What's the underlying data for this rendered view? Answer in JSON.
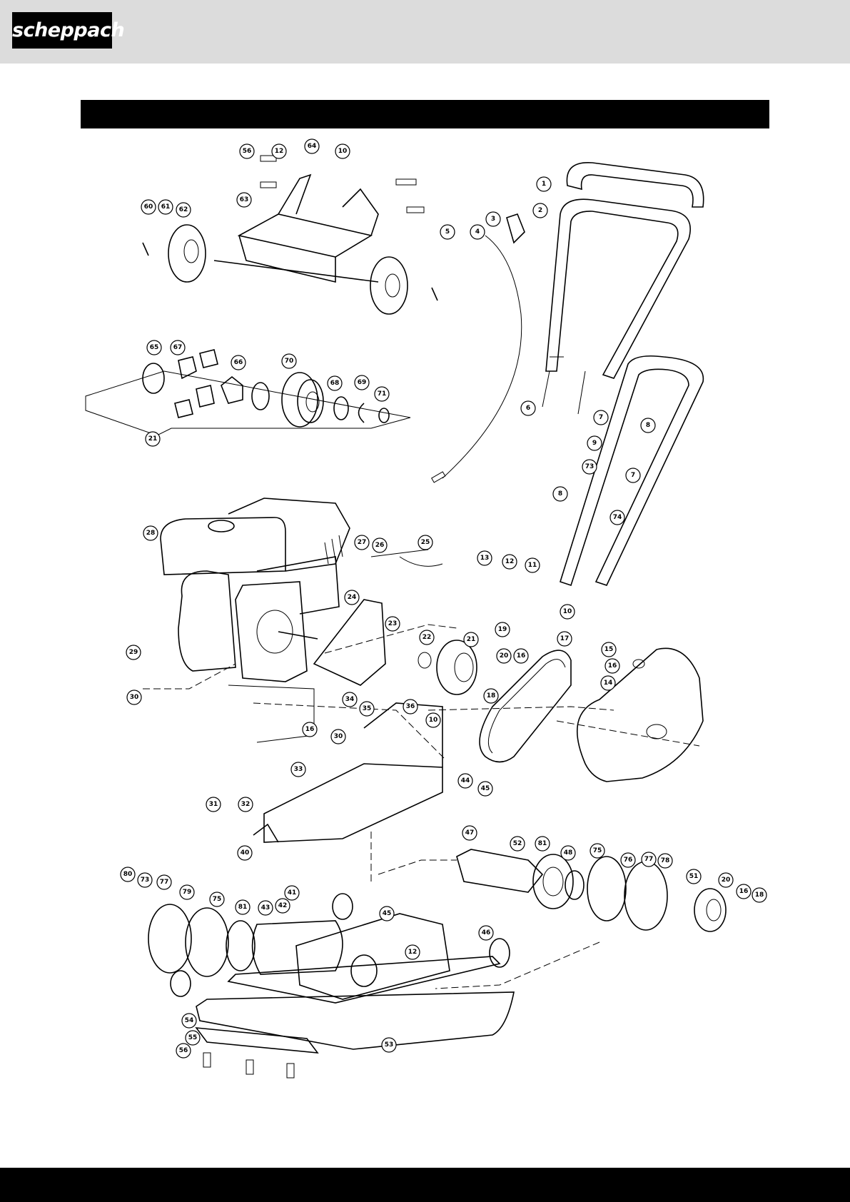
{
  "header": {
    "brand": "scheppach"
  },
  "diagram": {
    "callouts": [
      {
        "label": "56"
      },
      {
        "label": "12"
      },
      {
        "label": "64"
      },
      {
        "label": "10"
      },
      {
        "label": "63"
      },
      {
        "label": "60"
      },
      {
        "label": "61"
      },
      {
        "label": "62"
      },
      {
        "label": "1"
      },
      {
        "label": "2"
      },
      {
        "label": "3"
      },
      {
        "label": "4"
      },
      {
        "label": "5"
      },
      {
        "label": "6"
      },
      {
        "label": "7"
      },
      {
        "label": "8"
      },
      {
        "label": "9"
      },
      {
        "label": "73"
      },
      {
        "label": "7"
      },
      {
        "label": "8"
      },
      {
        "label": "74"
      },
      {
        "label": "65"
      },
      {
        "label": "67"
      },
      {
        "label": "66"
      },
      {
        "label": "70"
      },
      {
        "label": "68"
      },
      {
        "label": "69"
      },
      {
        "label": "71"
      },
      {
        "label": "21"
      },
      {
        "label": "28"
      },
      {
        "label": "27"
      },
      {
        "label": "26"
      },
      {
        "label": "25"
      },
      {
        "label": "24"
      },
      {
        "label": "23"
      },
      {
        "label": "22"
      },
      {
        "label": "21"
      },
      {
        "label": "19"
      },
      {
        "label": "20"
      },
      {
        "label": "16"
      },
      {
        "label": "18"
      },
      {
        "label": "13"
      },
      {
        "label": "12"
      },
      {
        "label": "11"
      },
      {
        "label": "10"
      },
      {
        "label": "17"
      },
      {
        "label": "15"
      },
      {
        "label": "16"
      },
      {
        "label": "14"
      },
      {
        "label": "29"
      },
      {
        "label": "30"
      },
      {
        "label": "34"
      },
      {
        "label": "35"
      },
      {
        "label": "36"
      },
      {
        "label": "10"
      },
      {
        "label": "16"
      },
      {
        "label": "30"
      },
      {
        "label": "33"
      },
      {
        "label": "44"
      },
      {
        "label": "45"
      },
      {
        "label": "31"
      },
      {
        "label": "32"
      },
      {
        "label": "40"
      },
      {
        "label": "47"
      },
      {
        "label": "52"
      },
      {
        "label": "81"
      },
      {
        "label": "48"
      },
      {
        "label": "75"
      },
      {
        "label": "76"
      },
      {
        "label": "77"
      },
      {
        "label": "78"
      },
      {
        "label": "51"
      },
      {
        "label": "20"
      },
      {
        "label": "16"
      },
      {
        "label": "18"
      },
      {
        "label": "80"
      },
      {
        "label": "73"
      },
      {
        "label": "77"
      },
      {
        "label": "79"
      },
      {
        "label": "75"
      },
      {
        "label": "81"
      },
      {
        "label": "43"
      },
      {
        "label": "42"
      },
      {
        "label": "41"
      },
      {
        "label": "45"
      },
      {
        "label": "12"
      },
      {
        "label": "46"
      },
      {
        "label": "54"
      },
      {
        "label": "55"
      },
      {
        "label": "56"
      },
      {
        "label": "53"
      }
    ]
  }
}
